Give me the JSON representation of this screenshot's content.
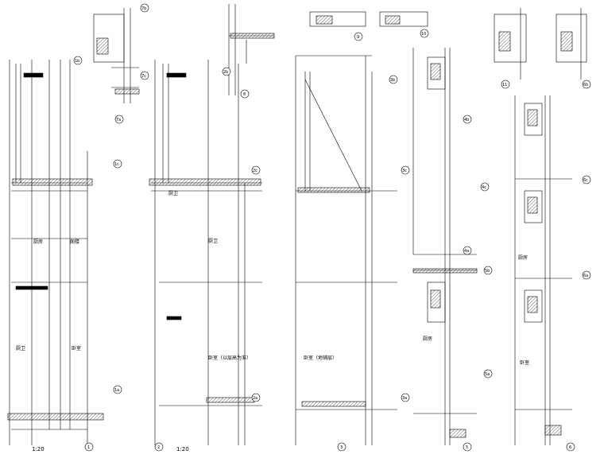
{
  "drawing": {
    "colors": {
      "line": "#000000",
      "background": "#ffffff"
    },
    "room_labels": {
      "r1": "厨房",
      "r2": "阁楼",
      "r3": "厨卫",
      "r4": "卧室",
      "r5": "厨卫",
      "r6": "卧室（以层高为准）",
      "r7": "厨卫",
      "r8": "卧室（地铺层）",
      "r9": "厨房",
      "r10": "厨房",
      "r11": "卧室"
    },
    "section_bubbles": {
      "b1": "1",
      "b2": "1b",
      "b3": "1c",
      "b4": "1a",
      "b5": "2b",
      "b6": "2c",
      "b7": "2a",
      "b8": "3b",
      "b9": "3c",
      "b10": "3a",
      "b11": "4b",
      "b12": "4c",
      "b13": "4a",
      "b14": "5b",
      "b15": "5a",
      "b16": "6b",
      "b17": "6c",
      "b18": "6a",
      "b19": "7b",
      "b20": "7c",
      "b21": "7a",
      "b22": "8",
      "b23": "9",
      "b24": "10",
      "b25": "11",
      "b26": "2",
      "b27": "3",
      "b28": "5",
      "b29": "6"
    },
    "detail_titles": {
      "d1": "1:20",
      "d2": "1:20"
    }
  }
}
